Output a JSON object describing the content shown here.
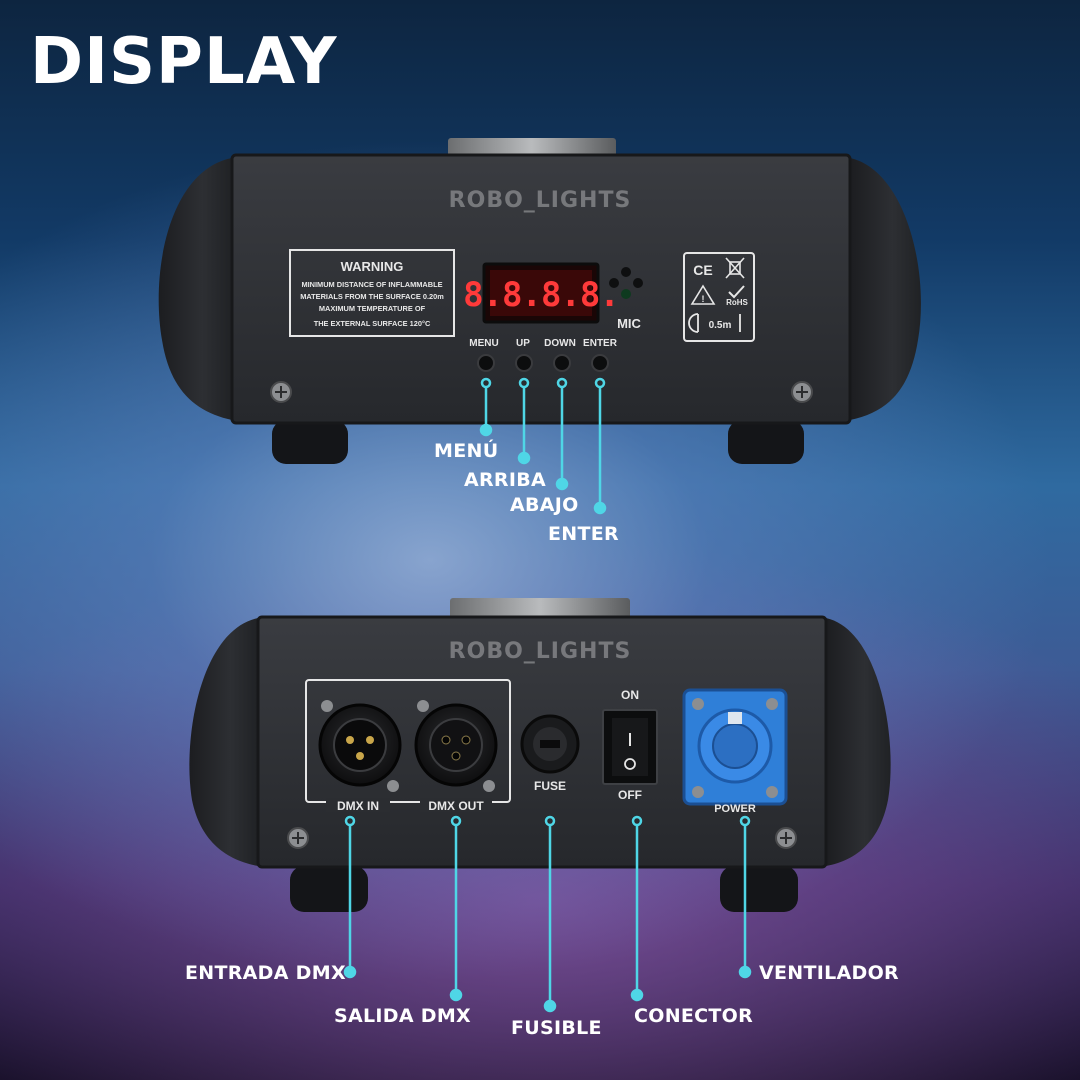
{
  "title": "DISPLAY",
  "watermark": "ROBO_LIGHTS",
  "top_unit": {
    "warning": {
      "heading": "WARNING",
      "lines": [
        "MINIMUM DISTANCE OF INFLAMMABLE",
        "MATERIALS FROM THE SURFACE 0.20m",
        "MAXIMUM TEMPERATURE OF",
        "THE EXTERNAL SURFACE 120°C"
      ]
    },
    "display_readout": "8.8.8.8.",
    "mic_label": "MIC",
    "buttons": [
      "MENU",
      "UP",
      "DOWN",
      "ENTER"
    ],
    "cert_marks": [
      "CE",
      "RoHS",
      "0.5m"
    ]
  },
  "bottom_unit": {
    "dmx_in_label": "DMX IN",
    "dmx_out_label": "DMX OUT",
    "fuse_label": "FUSE",
    "switch_on": "ON",
    "switch_off": "OFF",
    "power_label": "POWER"
  },
  "callouts_top": [
    "MENÚ",
    "ARRIBA",
    "ABAJO",
    "ENTER"
  ],
  "callouts_bottom": [
    "ENTRADA DMX",
    "SALIDA DMX",
    "FUSIBLE",
    "CONECTOR",
    "VENTILADOR"
  ],
  "colors": {
    "accent_line": "#4fd6e6",
    "display_red": "#ff3030",
    "powercon_blue": "#2f7fd8",
    "housing": "#2a2c30"
  }
}
